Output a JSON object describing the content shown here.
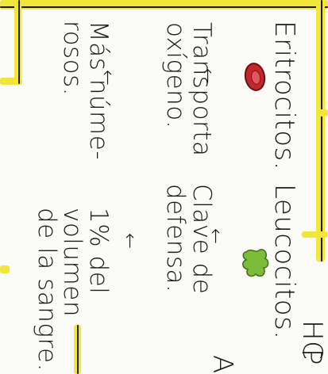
{
  "notes": {
    "left_column": {
      "heading": "Eritrocitos.",
      "function_lines": [
        "Transporta",
        "oxígeno."
      ],
      "count_lines": [
        "Más núme-",
        "rosos."
      ]
    },
    "right_column": {
      "heading": "Leucocitos.",
      "function_lines": [
        "Clave de",
        "defensa."
      ],
      "volume_lines": [
        "1% del",
        "volumen",
        "de la sangre."
      ]
    },
    "edge_fragments": {
      "top_right": "HC",
      "mid_right": "P",
      "bottom_right": "A"
    }
  },
  "icons": {
    "red_cell": "erythrocyte-icon",
    "green_cell": "leukocyte-icon",
    "arrow": "arrow-icon"
  },
  "colors": {
    "highlighter": "#f2e63a",
    "ink": "#1e1e1e",
    "red_cell": "#c1272d",
    "green_cell": "#7dbb3a"
  }
}
